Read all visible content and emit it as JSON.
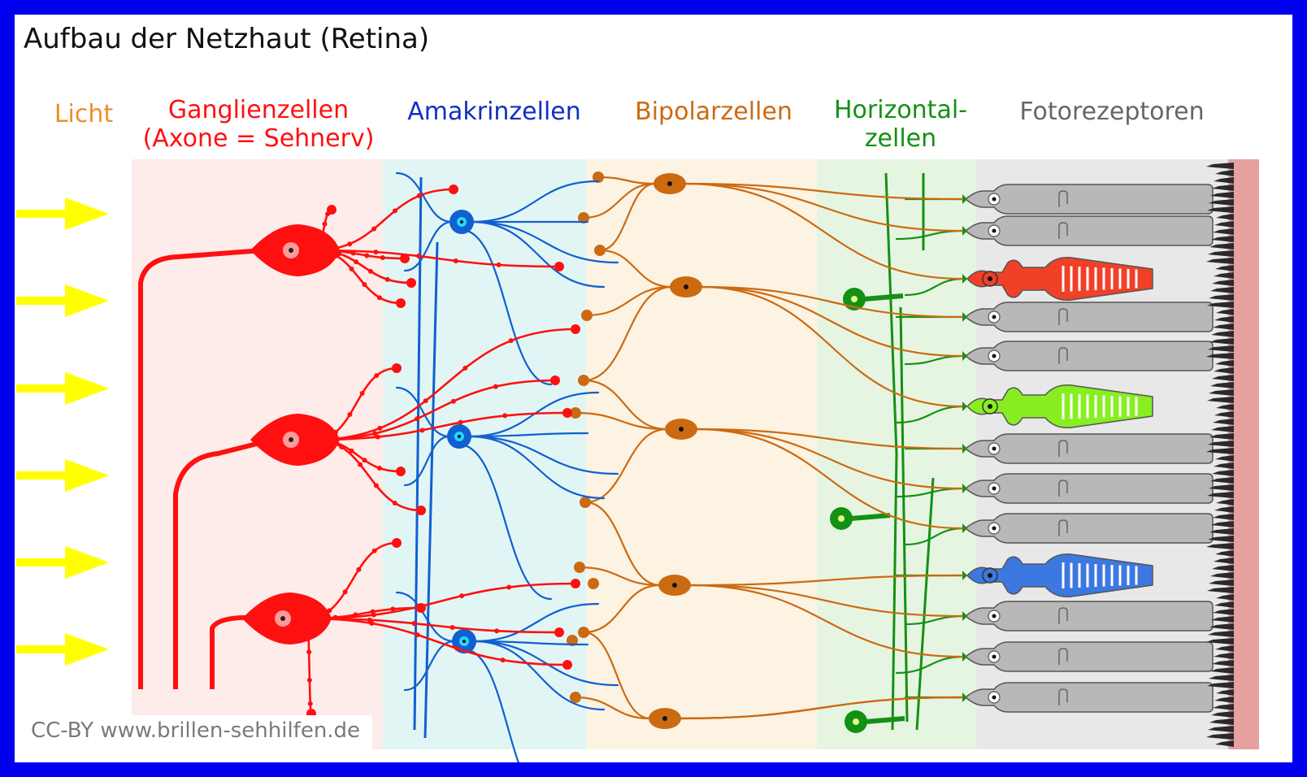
{
  "title": "Aufbau der Netzhaut (Retina)",
  "columns": {
    "licht": "Licht",
    "ganglion_line1": "Ganglienzellen",
    "ganglion_line2": "(Axone = Sehnerv)",
    "amakrin": "Amakrinzellen",
    "bipolar": "Bipolarzellen",
    "horizontal_line1": "Horizontal-",
    "horizontal_line2": "zellen",
    "foto": "Fotorezeptoren"
  },
  "credit": "CC-BY www.brillen-sehhilfen.de",
  "colors": {
    "frame": "#0000ee",
    "licht": "#ee8e2e",
    "ganglion": "#ff1010",
    "amakrin": "#1060d0",
    "bipolar": "#cc6a12",
    "horizontal": "#149014",
    "foto_text": "#666666",
    "light_arrow": "#ffff00",
    "rod": "#b8b8b8",
    "cone_red": "#f04028",
    "cone_green": "#88ee22",
    "cone_blue": "#3c78e0",
    "pigment": "#e6a0a0"
  },
  "icons": [
    "light-arrow-icon"
  ]
}
